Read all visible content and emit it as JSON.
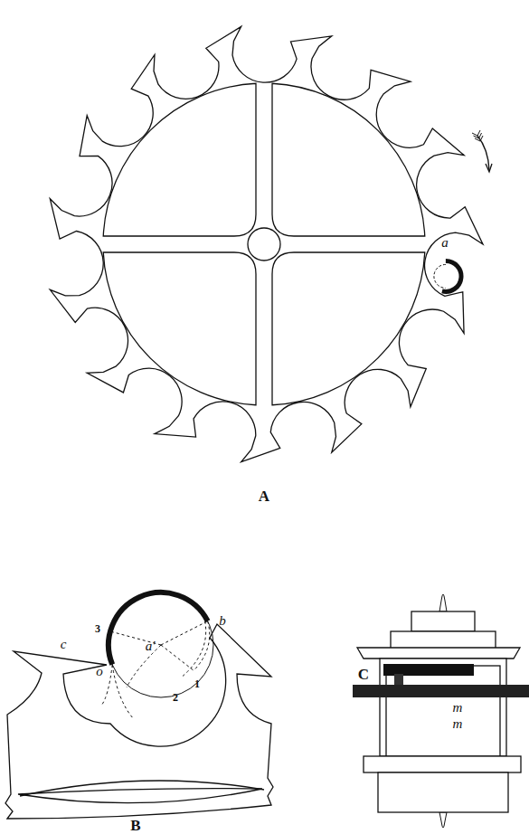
{
  "diagram": {
    "labels": [
      "a",
      "A",
      "3",
      "b",
      "a'",
      "c",
      "o",
      "2",
      "1",
      "B",
      "C",
      "m",
      "m"
    ]
  }
}
